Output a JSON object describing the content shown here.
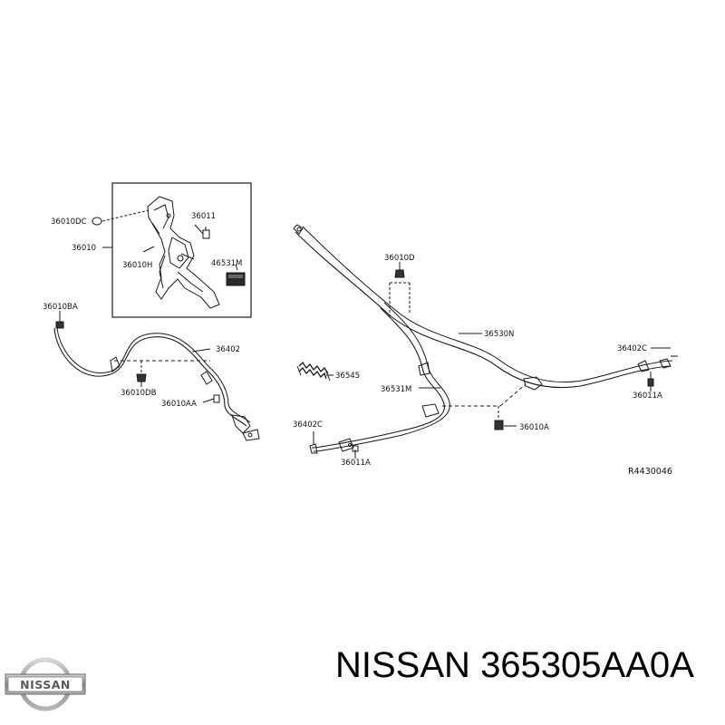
{
  "diagram": {
    "labels": {
      "l_36010dc": "36010DC",
      "l_36010": "36010",
      "l_36011": "36011",
      "l_36010h": "36010H",
      "l_46531m": "46531M",
      "l_36010ba": "36010BA",
      "l_36402": "36402",
      "l_36010db": "36010DB",
      "l_36010aa": "36010AA",
      "l_36010d": "36010D",
      "l_36530n": "36530N",
      "l_36545": "36545",
      "l_36531m": "36531M",
      "l_36402c_left": "36402C",
      "l_36011a_left": "36011A",
      "l_36010a": "36010A",
      "l_36402c_right": "36402C",
      "l_36011a_right": "36011A",
      "l_ref": "R4430046"
    }
  },
  "caption": {
    "brand": "NISSAN",
    "part_number": "365305AA0A"
  },
  "logo": {
    "text": "NISSAN"
  },
  "colors": {
    "line": "#1a1a1a",
    "text": "#111111",
    "logo_metal": "#8a8a8a"
  }
}
